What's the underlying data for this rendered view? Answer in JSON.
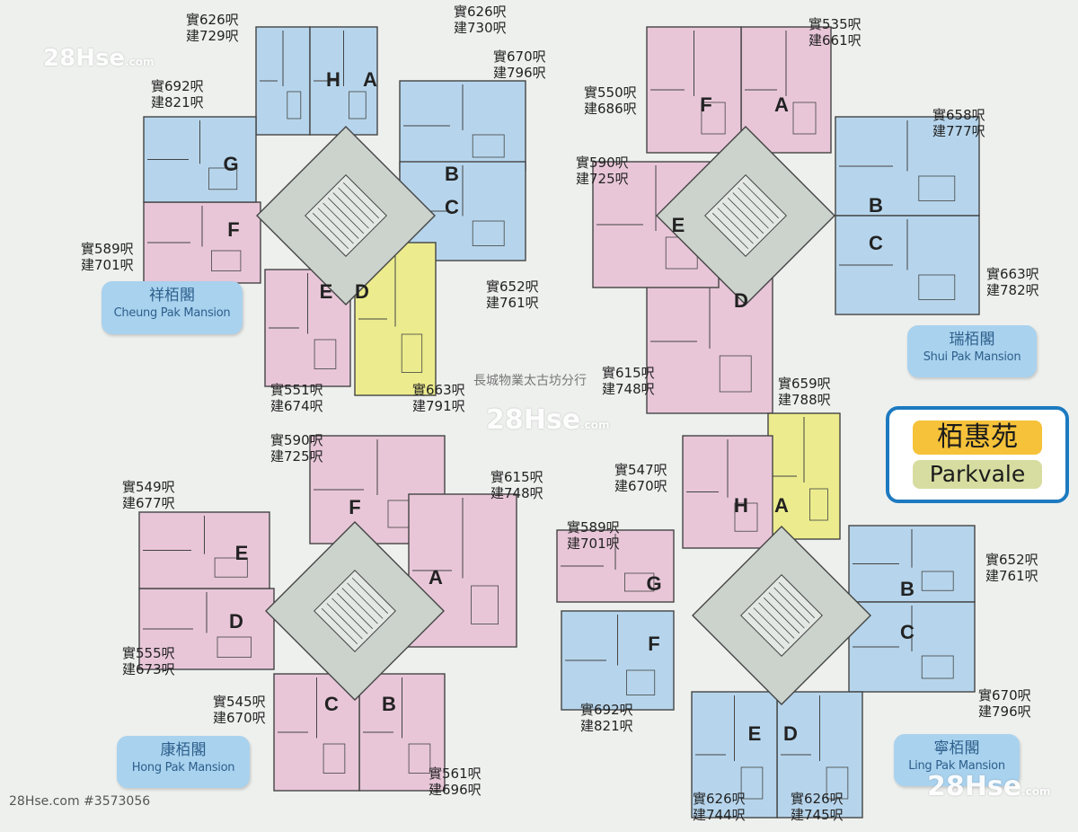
{
  "estate": {
    "name_zh": "栢惠苑",
    "name_en": "Parkvale"
  },
  "watermarks": {
    "brand": "28Hse",
    "suffix": ".com"
  },
  "agent_text": "長城物業太古坊分行",
  "footer_id": "28Hse.com #3573056",
  "colors": {
    "pink": "#e8c6d8",
    "blue": "#b6d5ec",
    "yellow": "#ecec8e",
    "core": "#cbd3cc",
    "line": "#444444"
  },
  "blocks": [
    {
      "name_zh": "祥栢閣",
      "name_en": "Cheung Pak Mansion",
      "units": [
        {
          "flat": "H",
          "saleable": "實626呎",
          "gross": "建729呎",
          "color": "blue"
        },
        {
          "flat": "A",
          "saleable": "實626呎",
          "gross": "建730呎",
          "color": "blue"
        },
        {
          "flat": "B",
          "saleable": "實670呎",
          "gross": "建796呎",
          "color": "blue"
        },
        {
          "flat": "C",
          "saleable": "實652呎",
          "gross": "建761呎",
          "color": "blue"
        },
        {
          "flat": "D",
          "saleable": "實663呎",
          "gross": "建791呎",
          "color": "yellow"
        },
        {
          "flat": "E",
          "saleable": "實551呎",
          "gross": "建674呎",
          "color": "pink"
        },
        {
          "flat": "F",
          "saleable": "實589呎",
          "gross": "建701呎",
          "color": "pink"
        },
        {
          "flat": "G",
          "saleable": "實692呎",
          "gross": "建821呎",
          "color": "blue"
        }
      ]
    },
    {
      "name_zh": "瑞栢閣",
      "name_en": "Shui Pak Mansion",
      "units": [
        {
          "flat": "A",
          "saleable": "實535呎",
          "gross": "建661呎",
          "color": "pink"
        },
        {
          "flat": "B",
          "saleable": "實658呎",
          "gross": "建777呎",
          "color": "blue"
        },
        {
          "flat": "C",
          "saleable": "實663呎",
          "gross": "建782呎",
          "color": "blue"
        },
        {
          "flat": "D",
          "saleable": "實615呎",
          "gross": "建748呎",
          "color": "pink"
        },
        {
          "flat": "E",
          "saleable": "實590呎",
          "gross": "建725呎",
          "color": "pink"
        },
        {
          "flat": "F",
          "saleable": "實550呎",
          "gross": "建686呎",
          "color": "pink"
        }
      ]
    },
    {
      "name_zh": "康栢閣",
      "name_en": "Hong Pak Mansion",
      "units": [
        {
          "flat": "F",
          "saleable": "實590呎",
          "gross": "建725呎",
          "color": "pink"
        },
        {
          "flat": "A",
          "saleable": "實615呎",
          "gross": "建748呎",
          "color": "pink"
        },
        {
          "flat": "B",
          "saleable": "實561呎",
          "gross": "建696呎",
          "color": "pink"
        },
        {
          "flat": "C",
          "saleable": "實545呎",
          "gross": "建670呎",
          "color": "pink"
        },
        {
          "flat": "D",
          "saleable": "實555呎",
          "gross": "建673呎",
          "color": "pink"
        },
        {
          "flat": "E",
          "saleable": "實549呎",
          "gross": "建677呎",
          "color": "pink"
        }
      ]
    },
    {
      "name_zh": "寧栢閣",
      "name_en": "Ling Pak Mansion",
      "units": [
        {
          "flat": "A",
          "saleable": "實659呎",
          "gross": "建788呎",
          "color": "yellow"
        },
        {
          "flat": "B",
          "saleable": "實652呎",
          "gross": "建761呎",
          "color": "blue"
        },
        {
          "flat": "C",
          "saleable": "實670呎",
          "gross": "建796呎",
          "color": "blue"
        },
        {
          "flat": "D",
          "saleable": "實626呎",
          "gross": "建745呎",
          "color": "blue"
        },
        {
          "flat": "E",
          "saleable": "實626呎",
          "gross": "建744呎",
          "color": "blue"
        },
        {
          "flat": "F",
          "saleable": "實692呎",
          "gross": "建821呎",
          "color": "blue"
        },
        {
          "flat": "G",
          "saleable": "實589呎",
          "gross": "建701呎",
          "color": "pink"
        },
        {
          "flat": "H",
          "saleable": "實547呎",
          "gross": "建670呎",
          "color": "pink"
        }
      ]
    }
  ]
}
